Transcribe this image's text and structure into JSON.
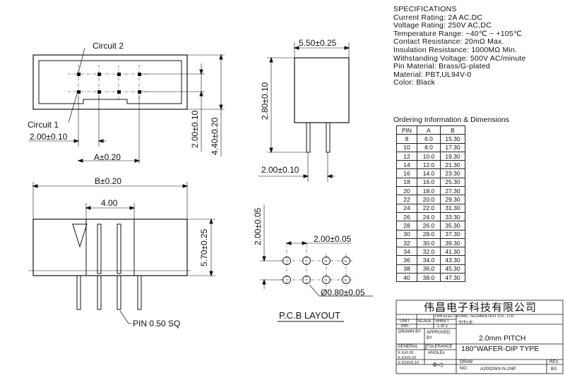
{
  "specifications": {
    "title": "SPECIFICATIONS",
    "lines": [
      "Current Rating: 2A AC,DC",
      "Voltage Rating: 250V AC,DC",
      "Temperature Range: −40℃ ~ +105℃",
      "Contact Resistance: 20mΩ Max.",
      "Insulation Resistance: 1000MΩ Min.",
      "Withstanding Voltage: 500V AC/minute",
      "Pin Material: Brass/G-plated",
      "Material: PBT,UL94V-0",
      "Color: Black"
    ]
  },
  "ordering": {
    "title": "Ordering Information & Dimensions",
    "headers": [
      "PIN",
      "A",
      "B"
    ],
    "rows": [
      [
        "8",
        "6.0",
        "15.30"
      ],
      [
        "10",
        "8.0",
        "17.30"
      ],
      [
        "12",
        "10.0",
        "19.30"
      ],
      [
        "14",
        "12.0",
        "21.30"
      ],
      [
        "16",
        "14.0",
        "23.30"
      ],
      [
        "18",
        "16.0",
        "25.30"
      ],
      [
        "20",
        "18.0",
        "27.30"
      ],
      [
        "22",
        "20.0",
        "29.30"
      ],
      [
        "24",
        "22.0",
        "31.30"
      ],
      [
        "26",
        "24.0",
        "33.30"
      ],
      [
        "28",
        "26.0",
        "35.30"
      ],
      [
        "30",
        "28.0",
        "37.30"
      ],
      [
        "32",
        "30.0",
        "39.30"
      ],
      [
        "34",
        "32.0",
        "41.30"
      ],
      [
        "36",
        "34.0",
        "43.30"
      ],
      [
        "38",
        "36.0",
        "45.30"
      ],
      [
        "40",
        "38.0",
        "47.30"
      ]
    ]
  },
  "drawing": {
    "circuit2": "Circuit 2",
    "circuit1": "Circuit 1",
    "dim_pitch_top": "2.00±0.10",
    "dim_a": "A±0.20",
    "dim_2_00_v": "2.00±0.10",
    "dim_4_40_v": "4.40±0.20",
    "dim_5_50": "5.50±0.25",
    "dim_2_80_v": "2.80±0.10",
    "dim_side_pitch": "2.00±0.10",
    "dim_b": "B±0.20",
    "dim_4_00": "4.00",
    "dim_5_70_v": "5.70±0.25",
    "pin_label": "PIN 0.50 SQ",
    "pcb_v": "2.00±0.05",
    "pcb_h": "2.00±0.05",
    "pcb_hole": "Ø0.80±0.05",
    "pcb_title": "P.C.B LAYOUT"
  },
  "title_block": {
    "company_cn": "伟昌电子科技有限公司",
    "company_en": "TRN ELECTRONIC TECHNOLOGY CO., LTD",
    "unit_label": "UNIT",
    "unit_value": "mm",
    "scale_label": "SCALE",
    "sheet_label": "SHEET",
    "sheet_value": "1 of 1",
    "title_label": "TITLE:",
    "title_line1": "2.0mm  PITCH",
    "title_line2": "180°WAFER-DIP  TYPE",
    "drawn_label": "DRAWN  BY",
    "approved_label": "APPROVED BY",
    "general_label": "GENERAL",
    "tolerance_label": "TOLERANCE",
    "tol1": "X.X±0.30",
    "tol2": "X.XX±0.20",
    "tol3": "X.XXX±0.10",
    "angle_label": "ANGLE±",
    "draw_label": "DRAW",
    "no_label": "NO.:",
    "draw_no": "A2002WV-N-2NP",
    "rev_label": "REV.",
    "rev_value": "B3"
  }
}
